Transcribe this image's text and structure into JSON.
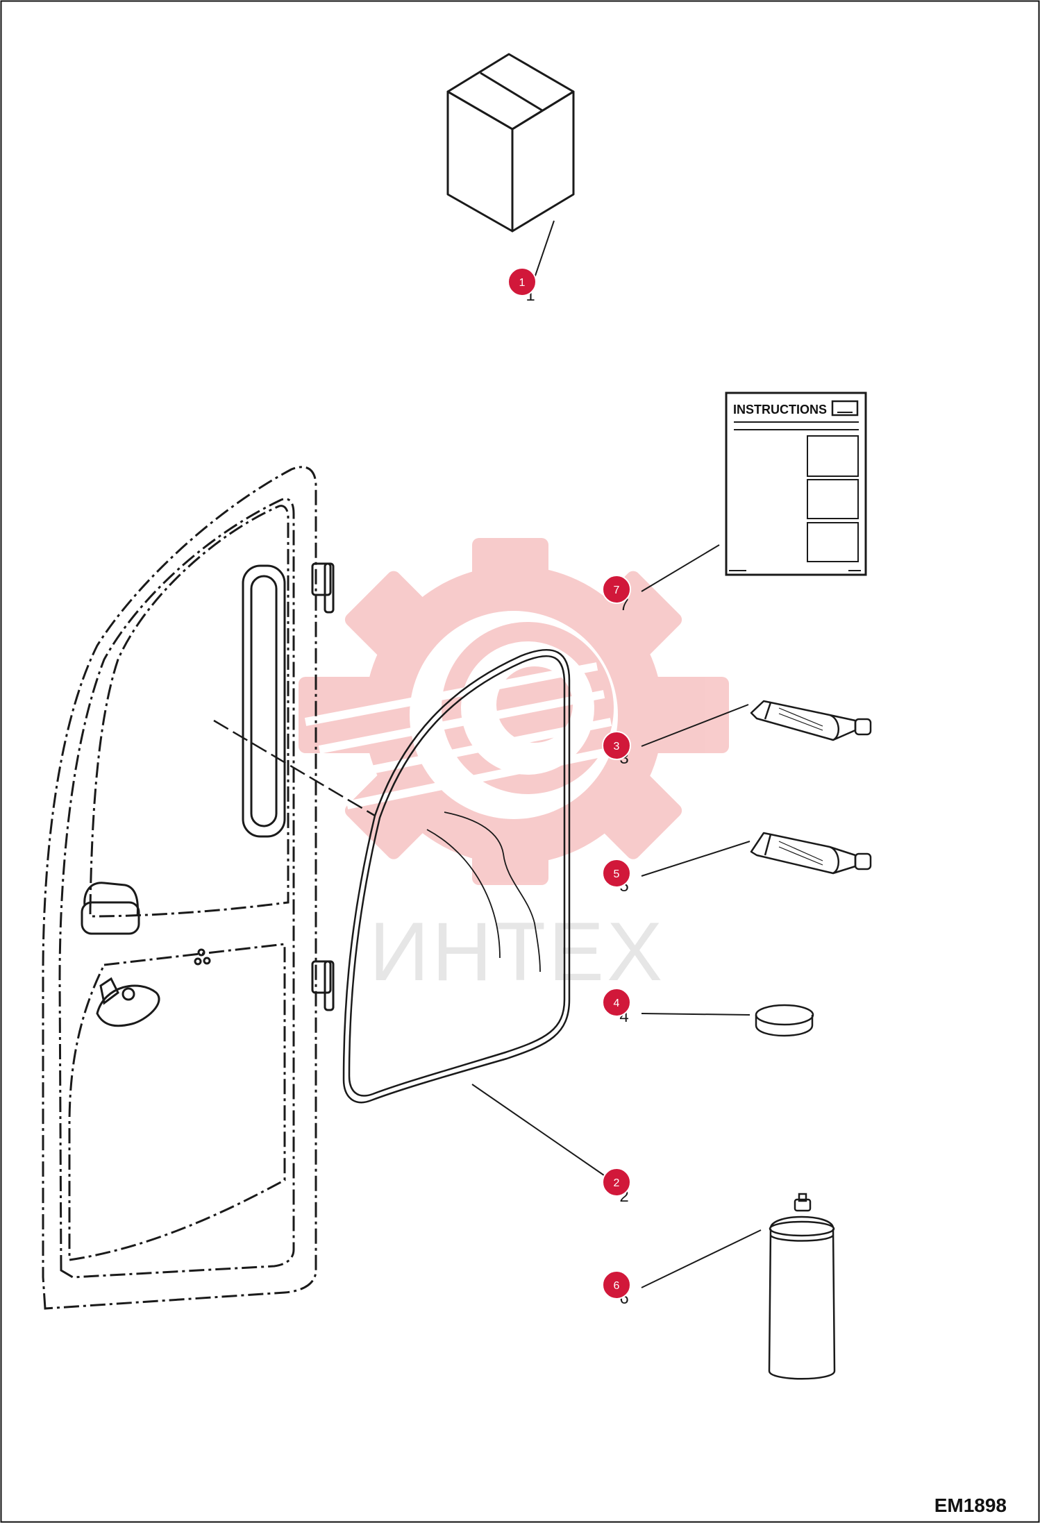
{
  "instructions_label": "INSTRUCTIONS",
  "drawing_code": "EM1898",
  "watermark_text": "ИНТЕХ",
  "colors": {
    "callout": "#d1183a",
    "watermark": "#f6c2c2",
    "watermark_text": "#e7e7e7",
    "line": "#1a1a1a"
  },
  "callouts": [
    {
      "number": "1",
      "part": "kit box"
    },
    {
      "number": "2",
      "part": "door glass"
    },
    {
      "number": "3",
      "part": "adhesive tube"
    },
    {
      "number": "4",
      "part": "primer puck"
    },
    {
      "number": "5",
      "part": "sealant tube"
    },
    {
      "number": "6",
      "part": "spray can"
    },
    {
      "number": "7",
      "part": "instructions sheet"
    }
  ]
}
